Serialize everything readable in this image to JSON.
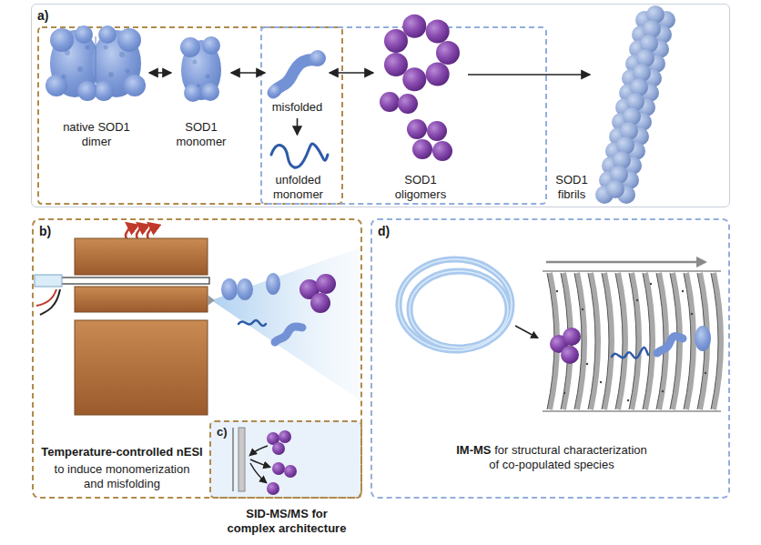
{
  "diagram": {
    "nodes": [
      {
        "text": [
          "a)"
        ]
      },
      {
        "text": [
          "native SOD1 dimer"
        ],
        "in": 0
      },
      {
        "text": [
          "SOD1 monomer"
        ],
        "in": 0
      },
      {
        "text": [
          "misfolded"
        ],
        "in": 0
      },
      {
        "text": [
          "unfolded monomer"
        ],
        "in": 0
      },
      {
        "text": [
          "SOD1 oligomers"
        ],
        "in": 0
      },
      {
        "text": [
          "SOD1 fibrils"
        ],
        "in": 0
      },
      {
        "text": [
          "b)",
          "Temperature-controlled nESI",
          "to induce monomerization and misfolding"
        ]
      },
      {
        "text": [
          "c)",
          "SID-MS/MS for complex architecture"
        ],
        "in": 7
      },
      {
        "text": [
          "d)",
          "IM-MS",
          "for structural characterization of co-populated species"
        ]
      }
    ],
    "edges": [
      {
        "from": 1,
        "to": 2,
        "arrow": "both"
      },
      {
        "from": 2,
        "to": 3,
        "arrow": "both"
      },
      {
        "from": 3,
        "to": 5,
        "arrow": "both"
      },
      {
        "from": 3,
        "to": 4,
        "arrow": "to"
      },
      {
        "from": 5,
        "to": 6,
        "arrow": "to"
      }
    ]
  }
}
